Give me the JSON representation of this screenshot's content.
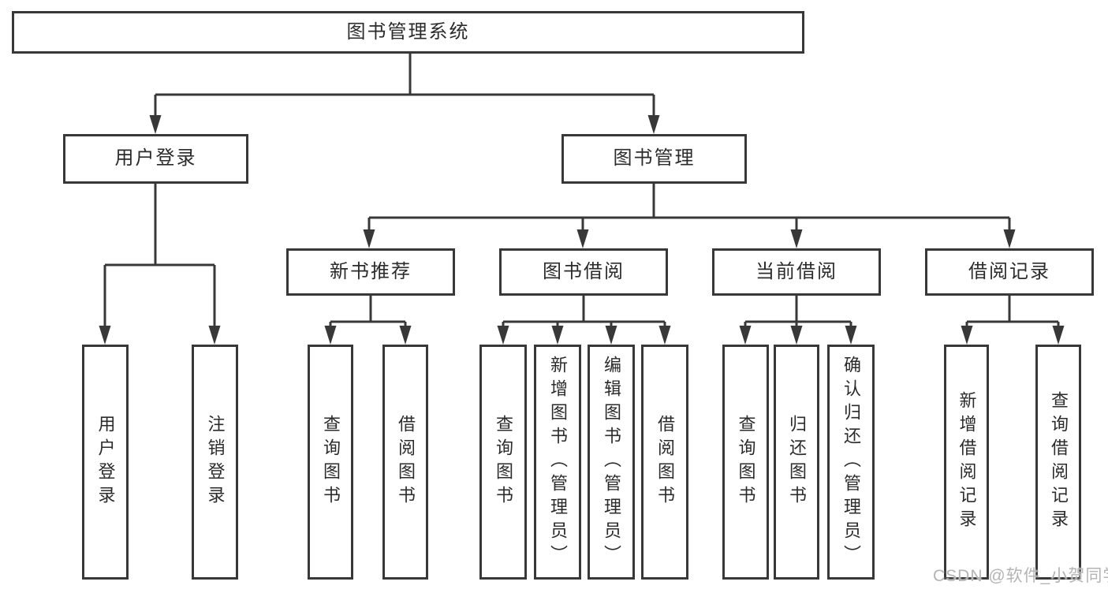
{
  "diagram": {
    "title": "图书管理系统",
    "branches": [
      {
        "label": "用户登录",
        "children": [
          "用户登录",
          "注销登录"
        ]
      },
      {
        "label": "图书管理",
        "children": [
          {
            "label": "新书推荐",
            "children": [
              "查询图书",
              "借阅图书"
            ]
          },
          {
            "label": "图书借阅",
            "children": [
              "查询图书",
              "新增图书（管理员）",
              "编辑图书（管理员）",
              "借阅图书"
            ]
          },
          {
            "label": "当前借阅",
            "children": [
              "查询图书",
              "归还图书",
              "确认归还（管理员）"
            ]
          },
          {
            "label": "借阅记录",
            "children": [
              "新增借阅记录",
              "查询借阅记录"
            ]
          }
        ]
      }
    ]
  },
  "watermark": {
    "text": "CSDN @软件_小贺同学"
  },
  "colors": {
    "background": "#ffffff",
    "line": "#383838",
    "box_border": "#383838",
    "text": "#2b2b2b",
    "watermark": "#b4b4b4"
  }
}
